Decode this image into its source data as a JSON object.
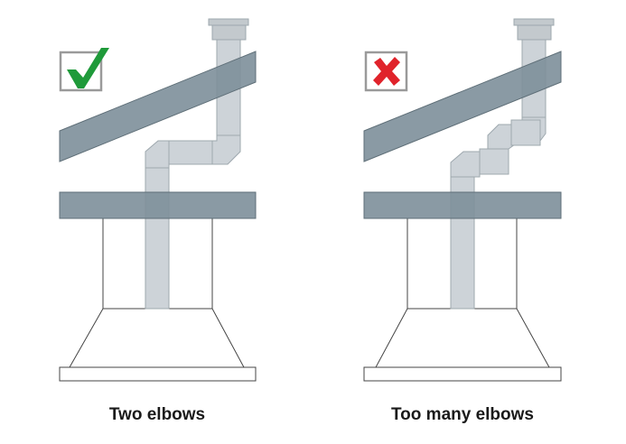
{
  "panels": [
    {
      "caption": "Two elbows",
      "verdict": "correct",
      "mark_icon": "checkmark-icon",
      "mark_color": "#1f9a3a"
    },
    {
      "caption": "Too many elbows",
      "verdict": "incorrect",
      "mark_icon": "cross-icon",
      "mark_color": "#e0232b"
    }
  ],
  "colors": {
    "beam": "#7d8f9a",
    "duct": "#cdd3d8",
    "duct_stroke": "#9ea8ae",
    "cap": "#c3c9cd",
    "outline": "#444444",
    "box_border": "#9a9a9a"
  }
}
